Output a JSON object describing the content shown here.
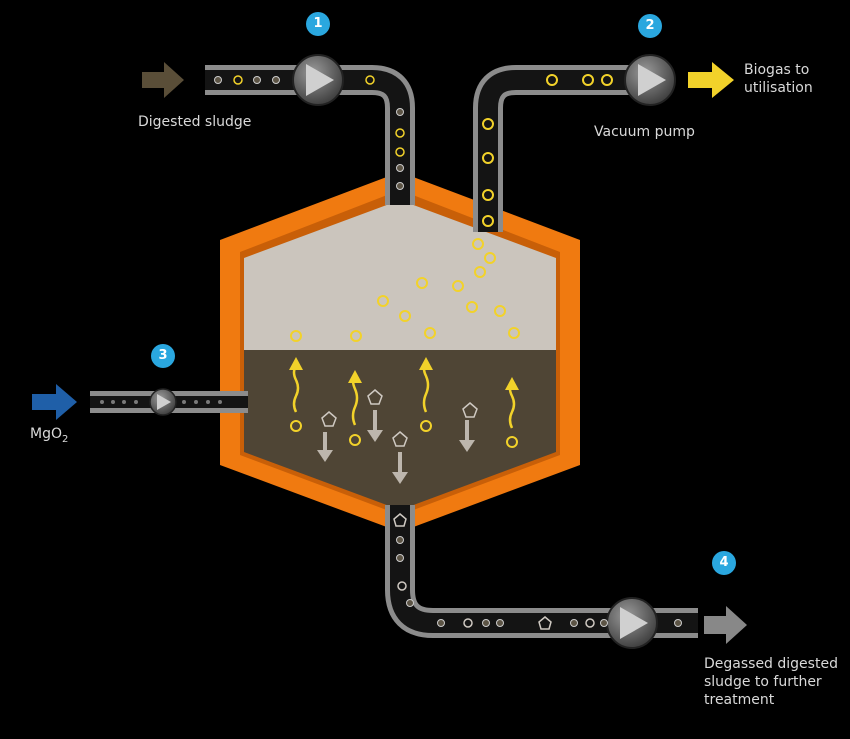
{
  "labels": {
    "digested_sludge": "Digested sludge",
    "biogas_line1": "Biogas to",
    "biogas_line2": "utilisation",
    "vacuum_pump": "Vacuum pump",
    "mgo2_main": "MgO",
    "mgo2_sub": "2",
    "degassed_line1": "Degassed digested",
    "degassed_line2": "sludge to further",
    "degassed_line3": "treatment"
  },
  "badges": {
    "b1": "1",
    "b2": "2",
    "b3": "3",
    "b4": "4"
  },
  "colors": {
    "background": "#000000",
    "pipe": "#8c8c8c",
    "pipe_inner": "#141414",
    "vessel_shell": "#f07a10",
    "vessel_inner_shadow": "#c85f08",
    "gas_space": "#cbc5bd",
    "sludge": "#4f4535",
    "gas_bubble": "#f2d22a",
    "sludge_particle": "#5c5445",
    "precipitate": "#cfc9c2",
    "badge": "#2aa7df",
    "arrow_inlet_sludge": "#5a4e38",
    "arrow_biogas": "#f2d22a",
    "arrow_mgo2": "#1f5fa8",
    "arrow_outlet": "#888888"
  },
  "icons": {
    "pump": "pump-icon",
    "bubble": "gas-bubble-icon",
    "particle": "sludge-particle-icon",
    "precipitate": "pentagon-precipitate-icon"
  }
}
